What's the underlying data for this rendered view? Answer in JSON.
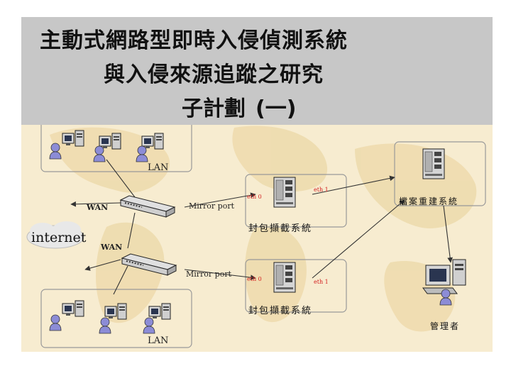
{
  "title": {
    "line1": "主動式網路型即時入侵偵測系統",
    "line2": "與入侵來源追蹤之研究",
    "line3": "子計劃",
    "line3_paren": "(一)"
  },
  "diagram": {
    "lan_top": "LAN",
    "lan_bottom": "LAN",
    "wan_top": "WAN",
    "wan_bottom": "WAN",
    "internet": "internet",
    "mirror_top": "Mirror port",
    "mirror_bottom": "Mirror port",
    "eth0_top": "eth 0",
    "eth1_top": "eth 1",
    "eth0_bottom": "eth 0",
    "eth1_bottom": "eth 1",
    "capture_top": "封包擷截系統",
    "capture_bottom": "封包擷截系統",
    "file_rebuild": "檔案重建系統",
    "admin": "管理者"
  },
  "colors": {
    "title_bg": "#c7c7c7",
    "map_bg": "#f7ecd0",
    "map_land": "#eedcae",
    "box_border": "#999999",
    "port_label": "#d42020"
  }
}
